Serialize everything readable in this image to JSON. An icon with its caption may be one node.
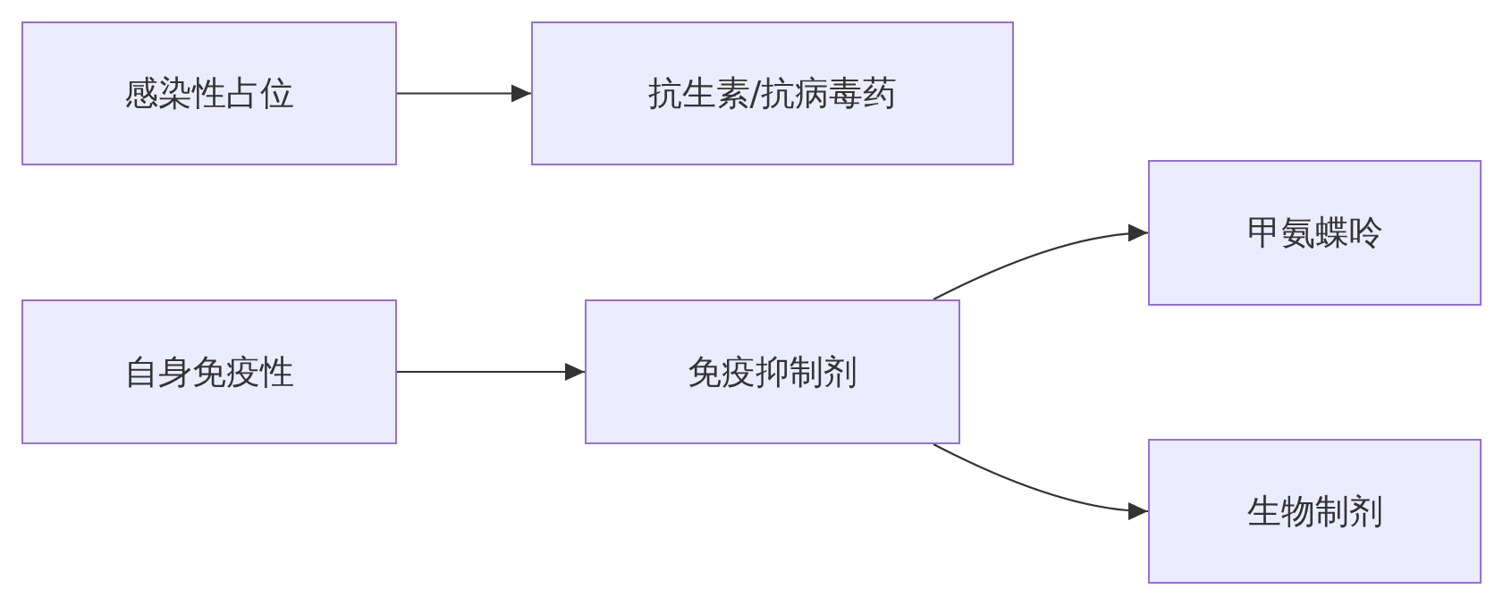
{
  "diagram": {
    "nodes": [
      {
        "text": [
          "感染性占位"
        ]
      },
      {
        "text": [
          "抗生素/抗病毒药"
        ]
      },
      {
        "text": [
          "自身免疫性"
        ]
      },
      {
        "text": [
          "免疫抑制剂"
        ]
      },
      {
        "text": [
          "甲氨蝶呤"
        ]
      },
      {
        "text": [
          "生物制剂"
        ]
      }
    ],
    "edges": [
      {
        "from": 0,
        "to": 1,
        "arrow": "to"
      },
      {
        "from": 2,
        "to": 3,
        "arrow": "to"
      },
      {
        "from": 3,
        "to": 4,
        "arrow": "to"
      },
      {
        "from": 3,
        "to": 5,
        "arrow": "to"
      }
    ]
  }
}
